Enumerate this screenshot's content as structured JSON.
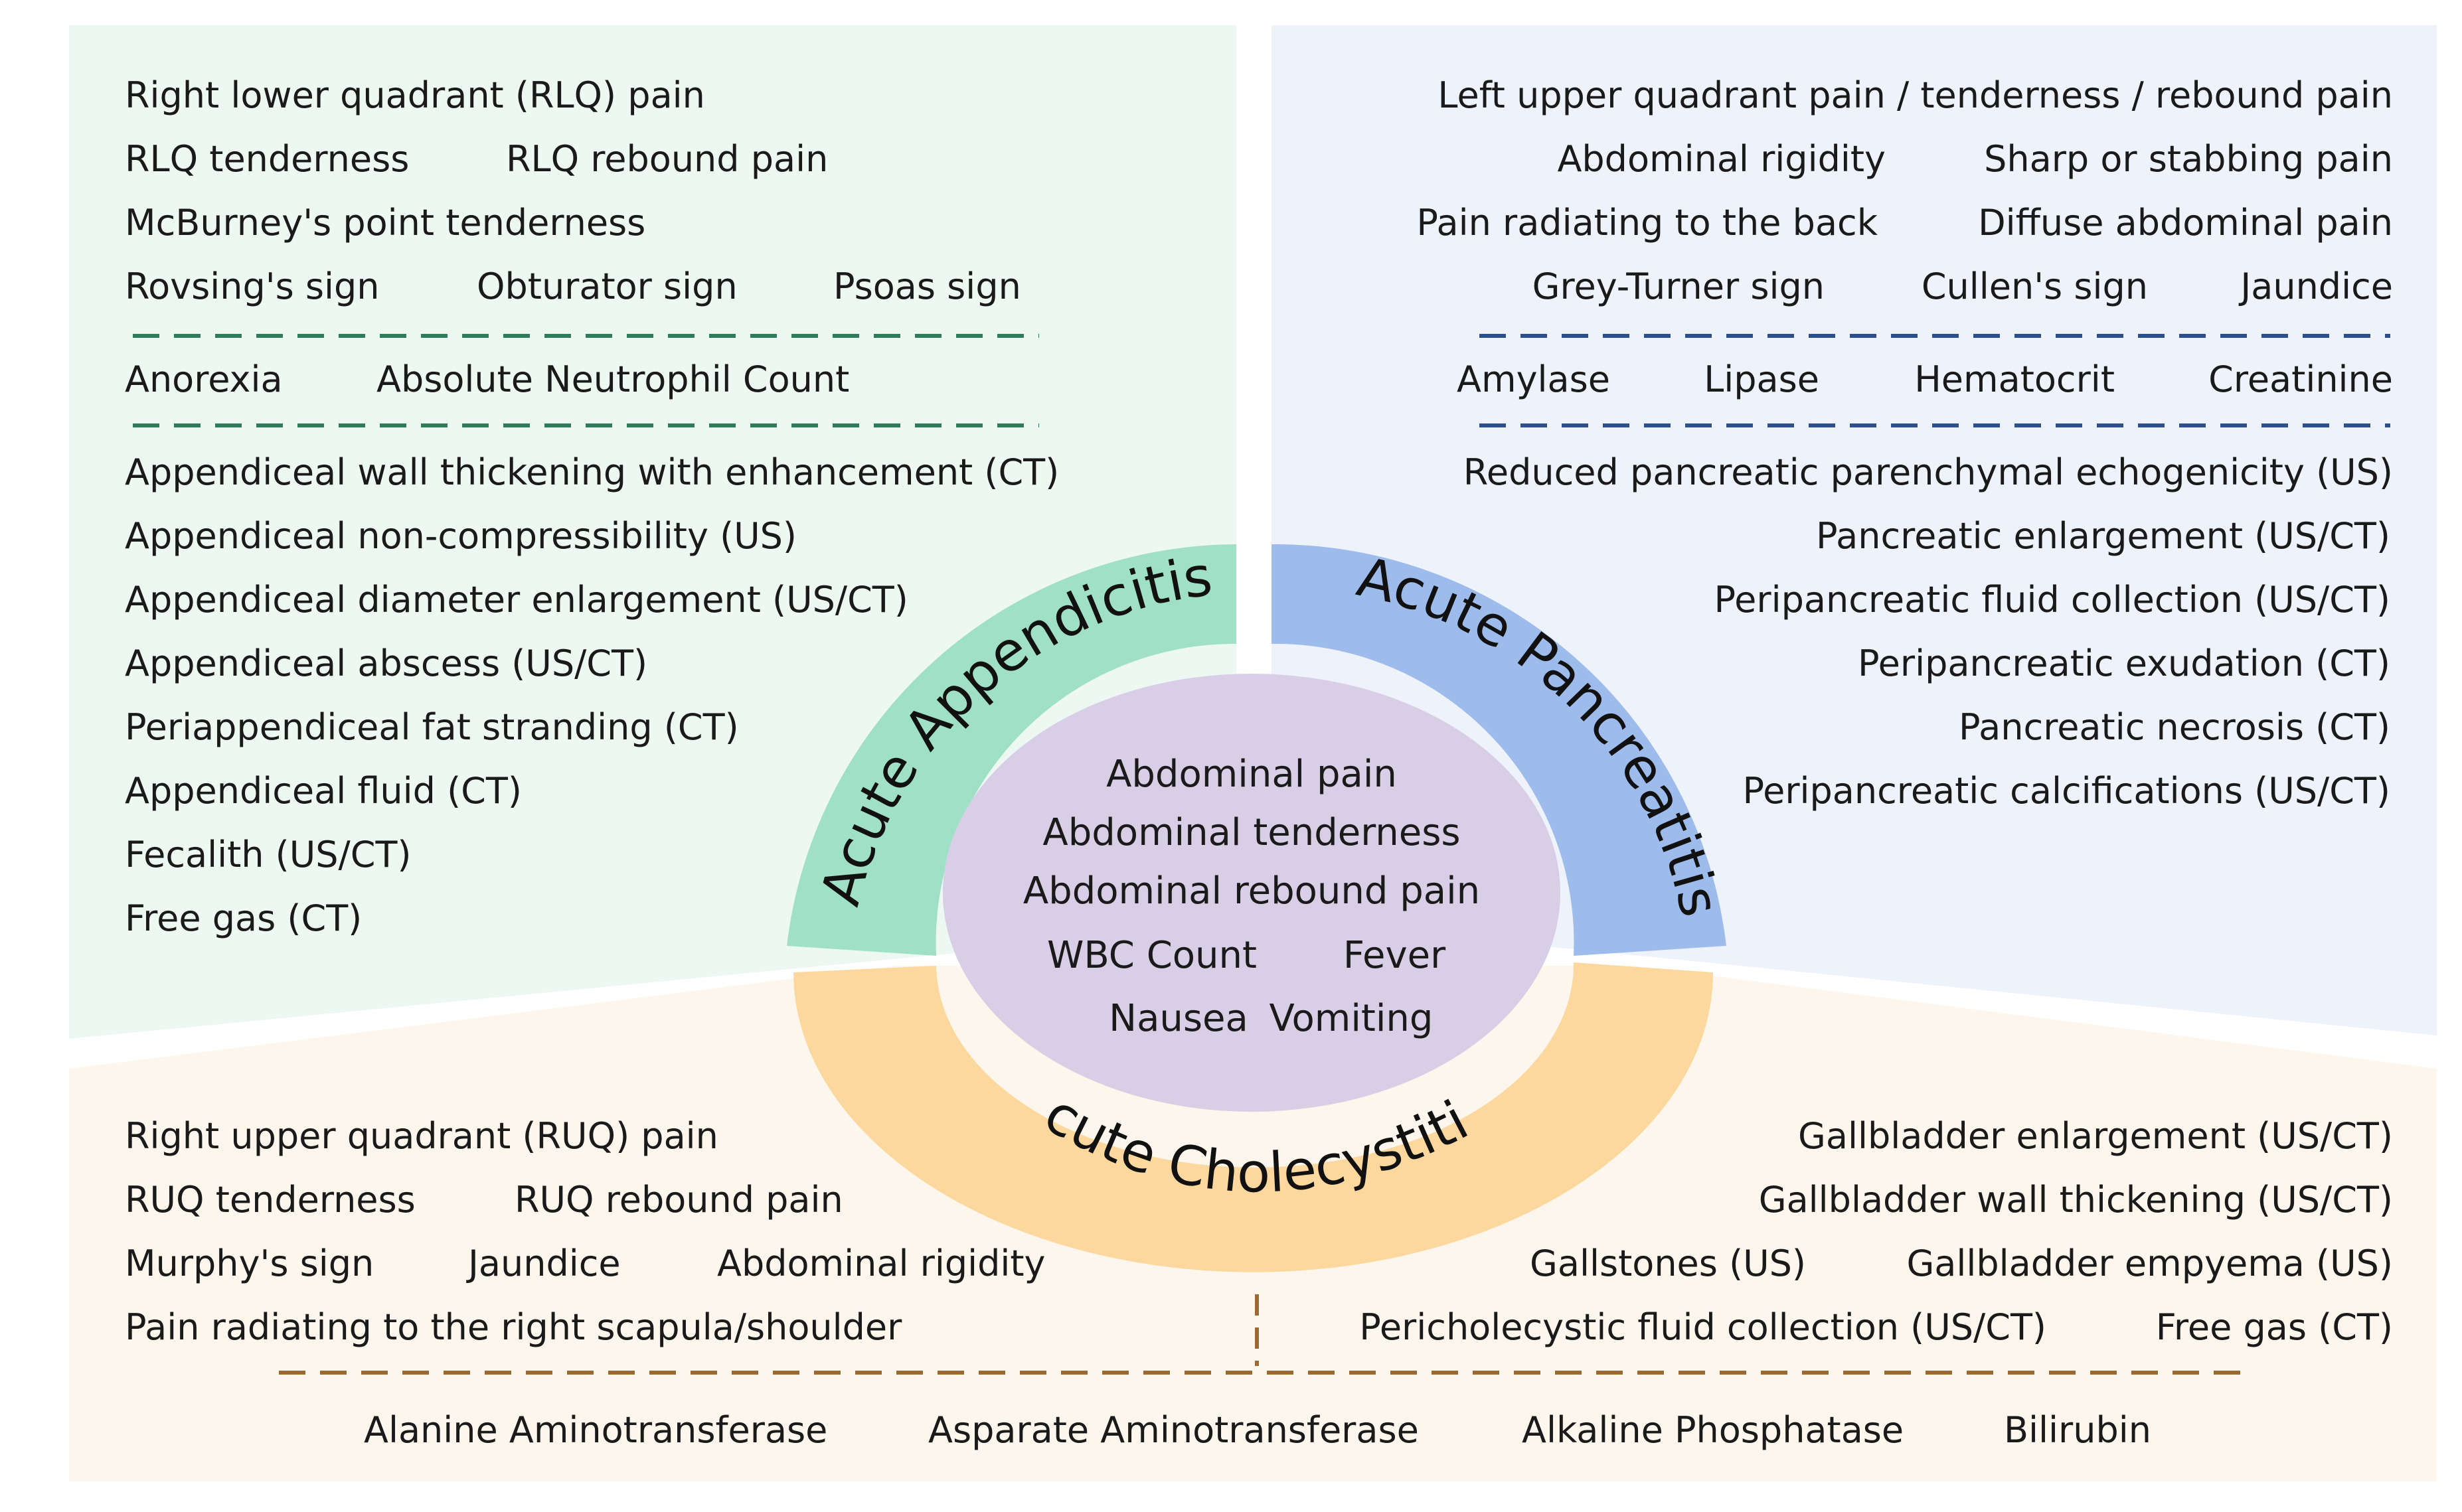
{
  "colors": {
    "appendicitis_bg": "#eef8f2",
    "appendicitis_ring": "#9fe0c6",
    "appendicitis_dash": "#2e7d5a",
    "pancreatitis_bg": "#eef2fb",
    "pancreatitis_ring": "#9dbcec",
    "pancreatitis_dash": "#2b4f8f",
    "cholecystitis_bg": "#fdf6ec",
    "cholecystitis_ring": "#fdd89e",
    "cholecystitis_dash": "#9a6a30",
    "center": "#d8cfe6"
  },
  "center": {
    "lines": [
      "Abdominal pain",
      "Abdominal tenderness",
      "Abdominal rebound pain"
    ],
    "wbc": "WBC Count",
    "fever": "Fever",
    "nausea": "Nausea",
    "vomiting": "Vomiting"
  },
  "appendicitis": {
    "title": "Acute Appendicitis",
    "clinical": [
      [
        "Right lower quadrant (RLQ) pain"
      ],
      [
        "RLQ tenderness",
        "RLQ rebound pain"
      ],
      [
        "McBurney's point tenderness"
      ],
      [
        "Rovsing's sign",
        "Obturator sign",
        "Psoas sign"
      ]
    ],
    "labs": [
      "Anorexia",
      "Absolute Neutrophil Count"
    ],
    "imaging": [
      "Appendiceal wall thickening with enhancement (CT)",
      "Appendiceal non-compressibility (US)",
      "Appendiceal diameter enlargement (US/CT)",
      "Appendiceal abscess (US/CT)",
      "Periappendiceal fat stranding (CT)",
      "Appendiceal fluid (CT)",
      "Fecalith (US/CT)",
      "Free gas (CT)"
    ]
  },
  "pancreatitis": {
    "title": "Acute Pancreatitis",
    "clinical": [
      [
        "Left upper quadrant pain / tenderness / rebound pain"
      ],
      [
        "Abdominal rigidity",
        "Sharp or stabbing pain"
      ],
      [
        "Pain radiating to the back",
        "Diffuse abdominal pain"
      ],
      [
        "Grey-Turner sign",
        "Cullen's sign",
        "Jaundice"
      ]
    ],
    "labs": [
      "Amylase",
      "Lipase",
      "Hematocrit",
      "Creatinine"
    ],
    "imaging": [
      "Reduced pancreatic parenchymal echogenicity (US)",
      "Pancreatic enlargement (US/CT)",
      "Peripancreatic fluid collection (US/CT)",
      "Peripancreatic exudation (CT)",
      "Pancreatic necrosis (CT)",
      "Peripancreatic calcifications (US/CT)"
    ]
  },
  "cholecystitis": {
    "title": "Acute Cholecystitis",
    "clinical": [
      [
        "Right upper quadrant (RUQ) pain"
      ],
      [
        "RUQ tenderness",
        "RUQ rebound pain"
      ],
      [
        "Murphy's sign",
        "Jaundice",
        "Abdominal rigidity"
      ],
      [
        "Pain radiating to the right scapula/shoulder"
      ]
    ],
    "imaging": [
      [
        "Gallbladder enlargement (US/CT)"
      ],
      [
        "Gallbladder wall thickening (US/CT)"
      ],
      [
        "Gallstones (US)",
        "Gallbladder empyema (US)"
      ],
      [
        "Pericholecystic fluid collection (US/CT)",
        "Free gas (CT)"
      ]
    ],
    "labs": [
      "Alanine Aminotransferase",
      "Asparate Aminotransferase",
      "Alkaline Phosphatase",
      "Bilirubin"
    ]
  }
}
